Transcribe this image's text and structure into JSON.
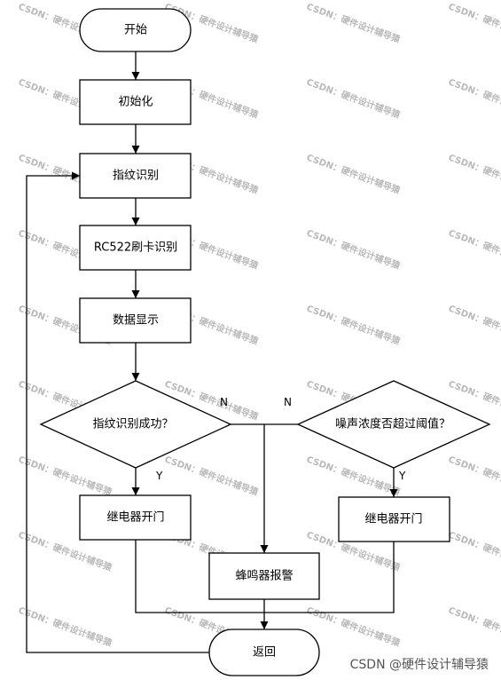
{
  "nodes": {
    "start": "开始",
    "init": "初始化",
    "fingerprint": "指纹识别",
    "rfid": "RC522刷卡识别",
    "display": "数据显示",
    "fp_check": "指纹识别成功？",
    "noise_check": "噪声浓度否超过阈值？",
    "relay_left": "继电器开门",
    "relay_right": "继电器开门",
    "buzzer": "蜂鸣器报警",
    "return": "返回"
  },
  "edge_labels": {
    "fp_no": "N",
    "noise_no": "N",
    "fp_yes": "Y",
    "noise_yes": "Y"
  },
  "watermark": "CSDN：硬件设计辅导猿",
  "footer_credit": "CSDN @硬件设计辅导猿"
}
